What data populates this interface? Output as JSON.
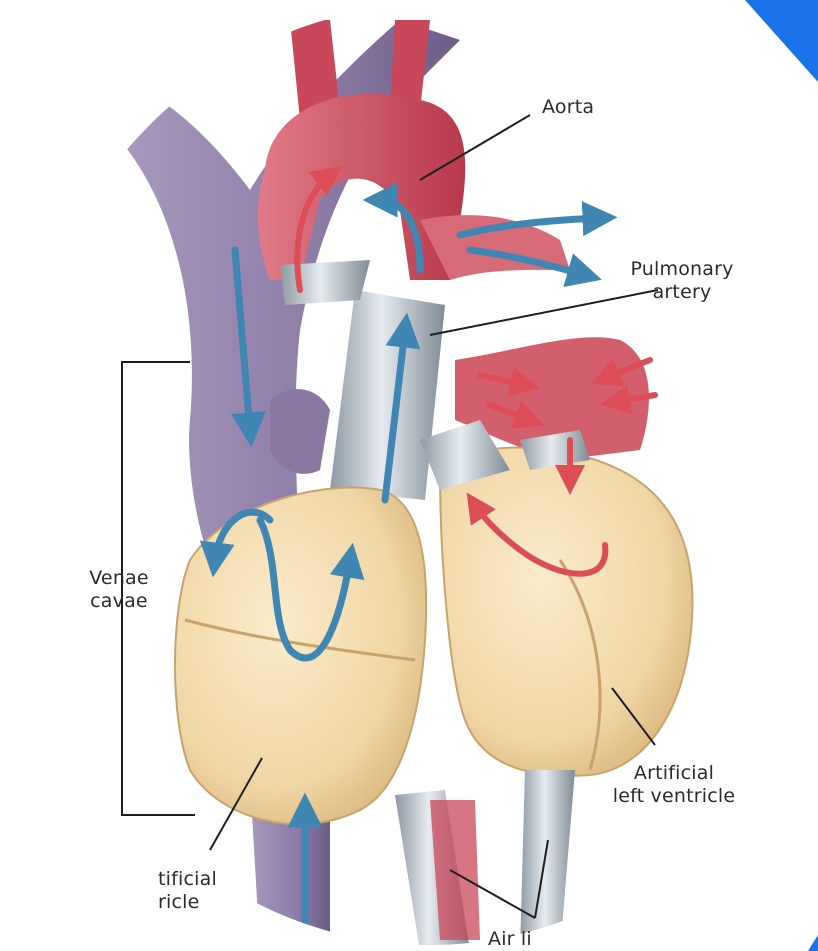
{
  "labels": {
    "aorta": "Aorta",
    "pulmonary_artery": "Pulmonary\nartery",
    "venae_cavae": "Venae\ncavae",
    "artificial_left_ventricle": "Artificial\nleft ventricle",
    "artificial_right_ventricle_partial": "tificial\nricle",
    "air_lines_partial": "Air li"
  },
  "colors": {
    "accent_corner": "#1a73e8",
    "venae_cavae": "#8e7ea6",
    "aorta": "#c9475a",
    "pulmonary_artery": "#b6c0c8",
    "ventricle": "#f3dcae",
    "flow_arrow_blue": "#3f86b3",
    "flow_arrow_red": "#dc4d55"
  },
  "icons": {
    "blood_flow_blue": "flow-arrow-icon",
    "blood_flow_red": "flow-arrow-icon"
  }
}
